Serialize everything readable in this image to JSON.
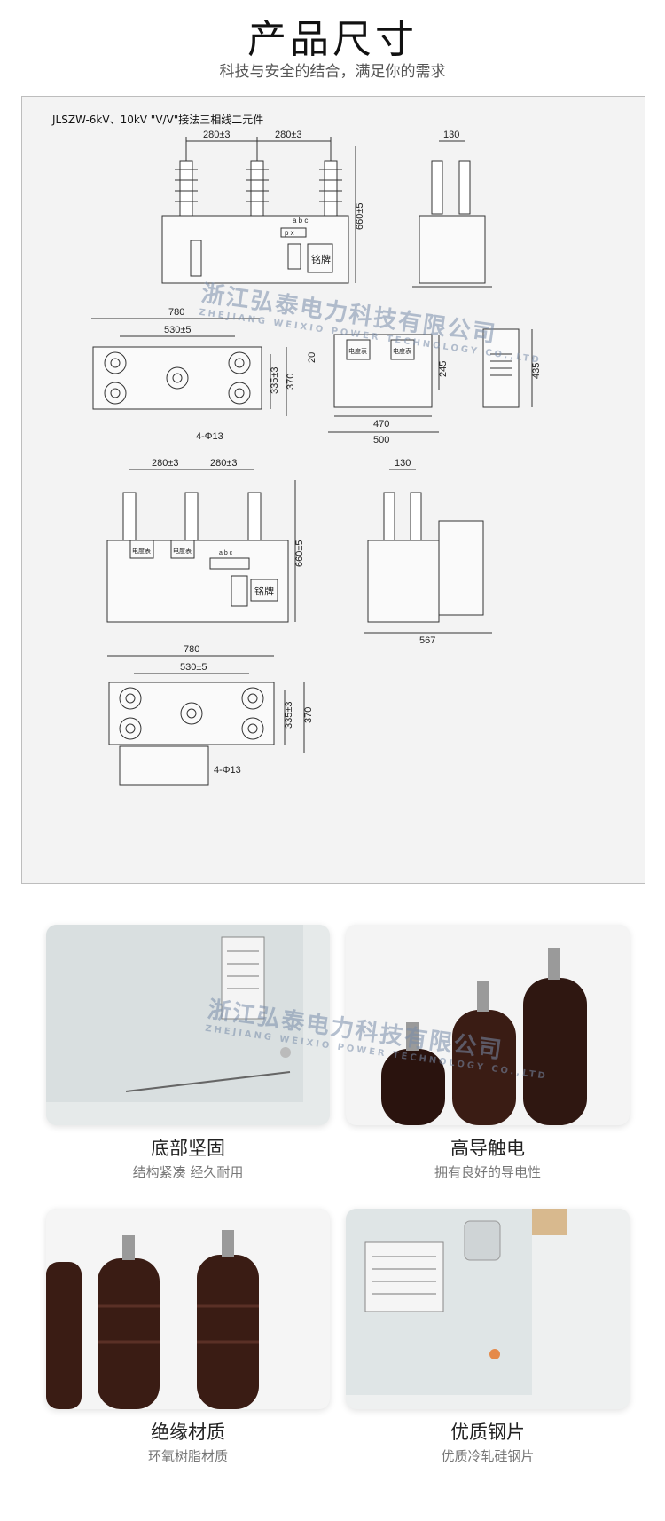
{
  "header": {
    "title": "产品尺寸",
    "subtitle": "科技与安全的结合，满足你的需求"
  },
  "drawing": {
    "spec_label": "JLSZW-6kV、10kV \"V/V\"接法三相线二元件",
    "top": {
      "dim_pitch_left": "280±3",
      "dim_pitch_right": "280±3",
      "dim_height": "660±5",
      "dim_side_width": "130",
      "terminal_label": "a b c",
      "px_label": "p x",
      "nameplate": "铭牌"
    },
    "plan1": {
      "dim_total": "780",
      "dim_mount": "530±5",
      "dim_depth_inner": "335±3",
      "dim_depth": "370",
      "holes": "4-Φ13"
    },
    "box1": {
      "dim_top": "20",
      "dim_inner": "245",
      "dim_width_inner": "470",
      "dim_width": "500",
      "dim_side_height": "435",
      "meter_left": "电度表",
      "meter_right": "电度表"
    },
    "mid": {
      "dim_pitch_left": "280±3",
      "dim_pitch_right": "280±3",
      "dim_height": "660±5",
      "dim_side_width": "130",
      "dim_side_total": "567",
      "meter_left": "电度表",
      "meter_right": "电度表",
      "terminal_label": "a b c",
      "nameplate": "铭牌"
    },
    "plan2": {
      "dim_total": "780",
      "dim_mount": "530±5",
      "dim_depth_inner": "335±3",
      "dim_depth": "370",
      "holes": "4-Φ13"
    }
  },
  "watermark": {
    "cn": "浙江弘泰电力科技有限公司",
    "en": "ZHEJIANG WEIXIO POWER TECHNOLOGY CO.,LTD"
  },
  "features": [
    {
      "title": "底部坚固",
      "subtitle": "结构紧凑 经久耐用"
    },
    {
      "title": "高导触电",
      "subtitle": "拥有良好的导电性"
    },
    {
      "title": "绝缘材质",
      "subtitle": "环氧树脂材质"
    },
    {
      "title": "优质钢片",
      "subtitle": "优质冷轧硅钢片"
    }
  ],
  "colors": {
    "panel_bg": "#f3f3f3",
    "line": "#333333",
    "insulator_brown": "#3a1c14",
    "card_bg": "#e9edee"
  }
}
